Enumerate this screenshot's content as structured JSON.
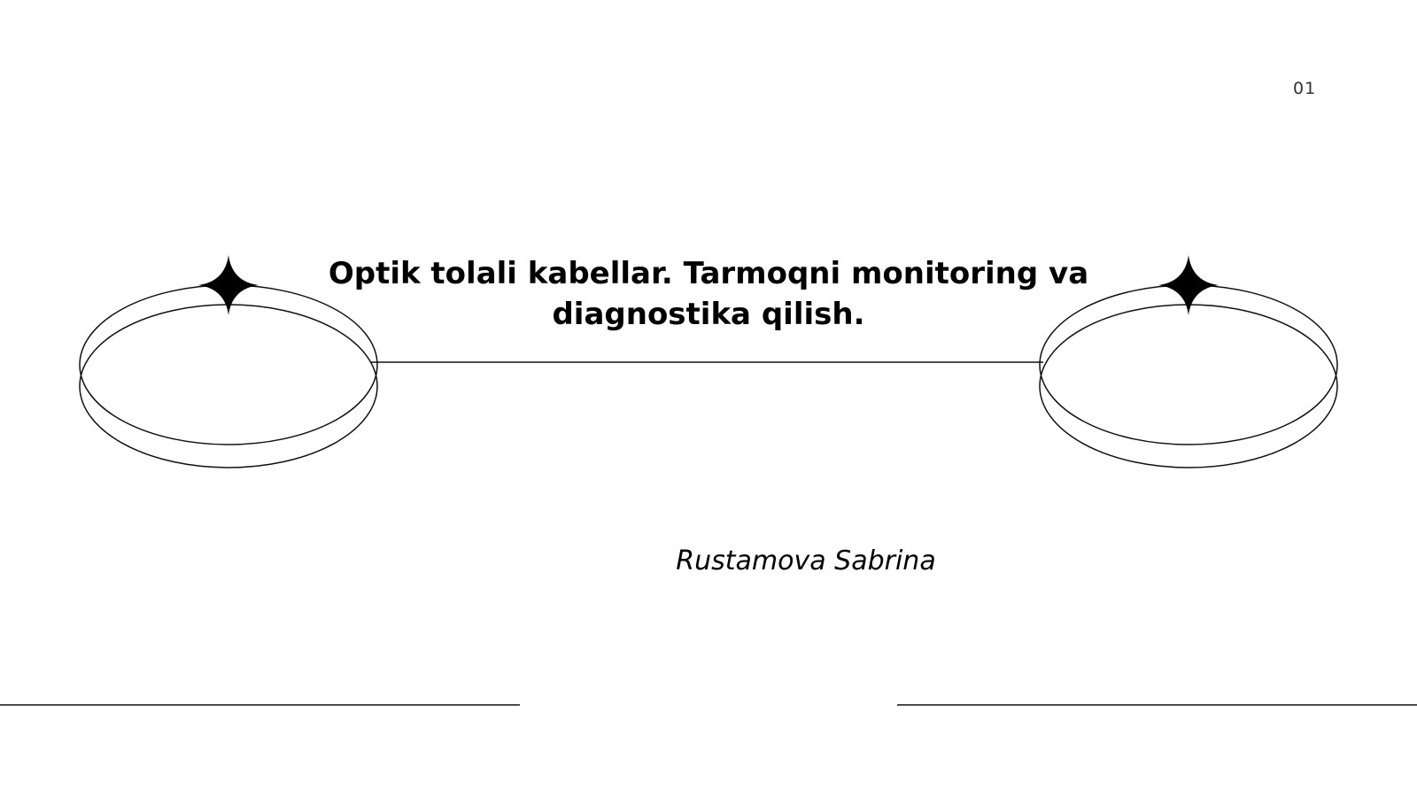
{
  "slide": {
    "page_number": "01",
    "title": "Optik tolali kabellar. Tarmoqni monitoring va diagnostika qilish.",
    "author": "Rustamova Sabrina"
  },
  "icons": {
    "left_star": "four-point-star-icon",
    "right_star": "four-point-star-icon"
  },
  "colors": {
    "background": "#ffffff",
    "foreground": "#000000"
  }
}
